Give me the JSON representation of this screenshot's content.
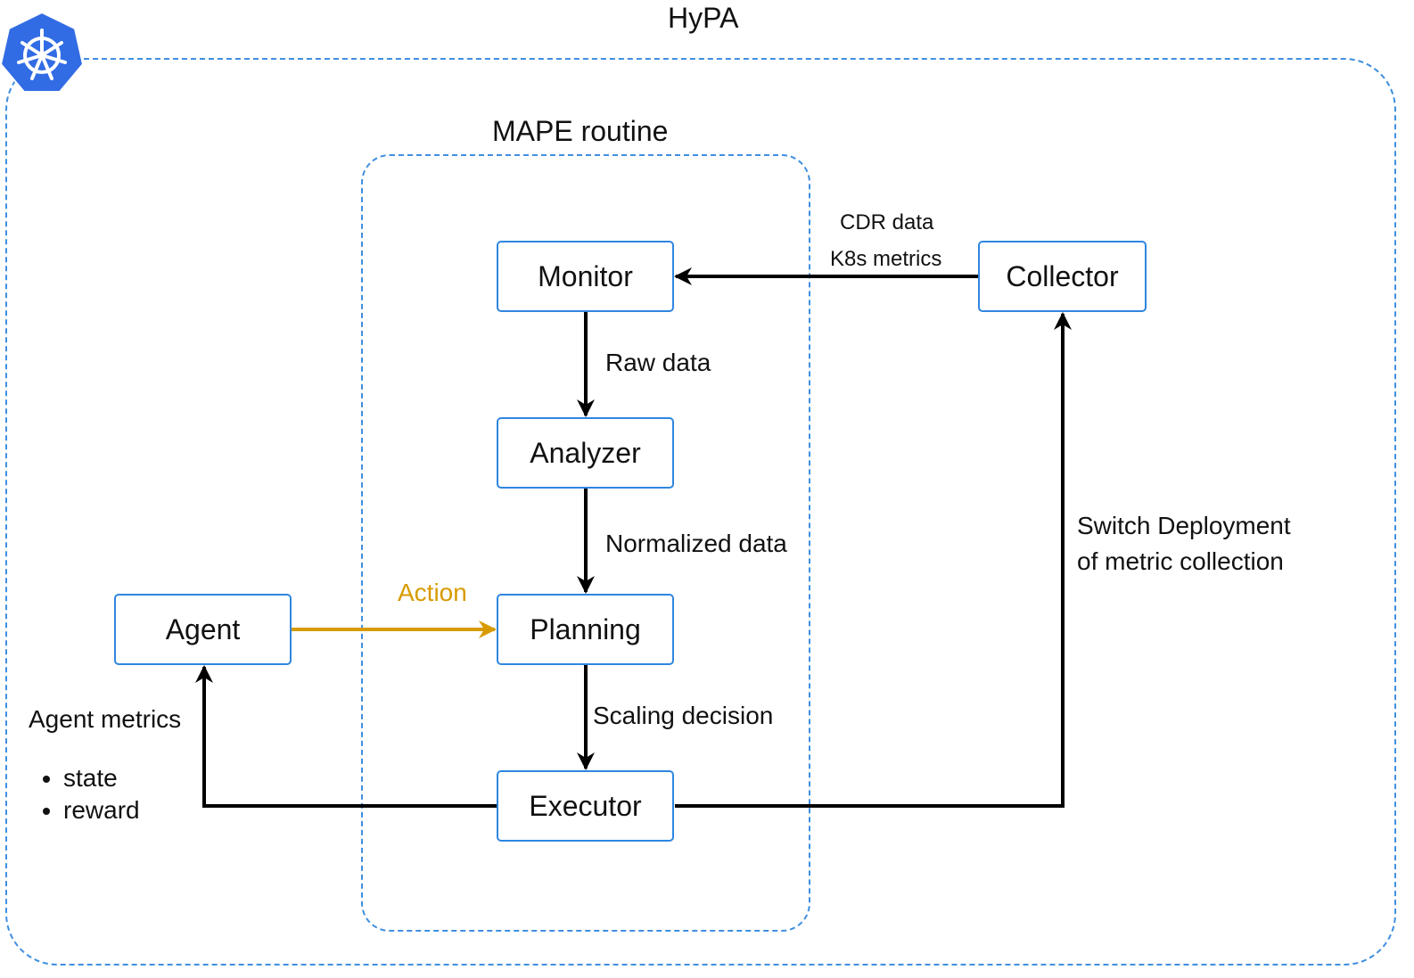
{
  "colors": {
    "container_border": "#3f8fe0",
    "node_border": "#2f86e0",
    "edge": "#000000",
    "action_edge": "#d79b00",
    "logo": "#326ce5"
  },
  "logo": {
    "icon": "kubernetes-helm-icon"
  },
  "containers": {
    "outer_title": "HyPA",
    "inner_title": "MAPE routine"
  },
  "nodes": {
    "monitor": "Monitor",
    "analyzer": "Analyzer",
    "planning": "Planning",
    "executor": "Executor",
    "agent": "Agent",
    "collector": "Collector"
  },
  "edges": {
    "collector_to_monitor": {
      "line1": "CDR data",
      "line2": "K8s metrics"
    },
    "monitor_to_analyzer": "Raw data",
    "analyzer_to_planning": "Normalized data",
    "planning_to_executor": "Scaling decision",
    "agent_to_planning": "Action",
    "executor_to_collector": {
      "line1": "Switch Deployment",
      "line2": "of metric collection"
    },
    "executor_to_agent": {
      "title": "Agent metrics",
      "items": [
        "state",
        "reward"
      ]
    }
  }
}
